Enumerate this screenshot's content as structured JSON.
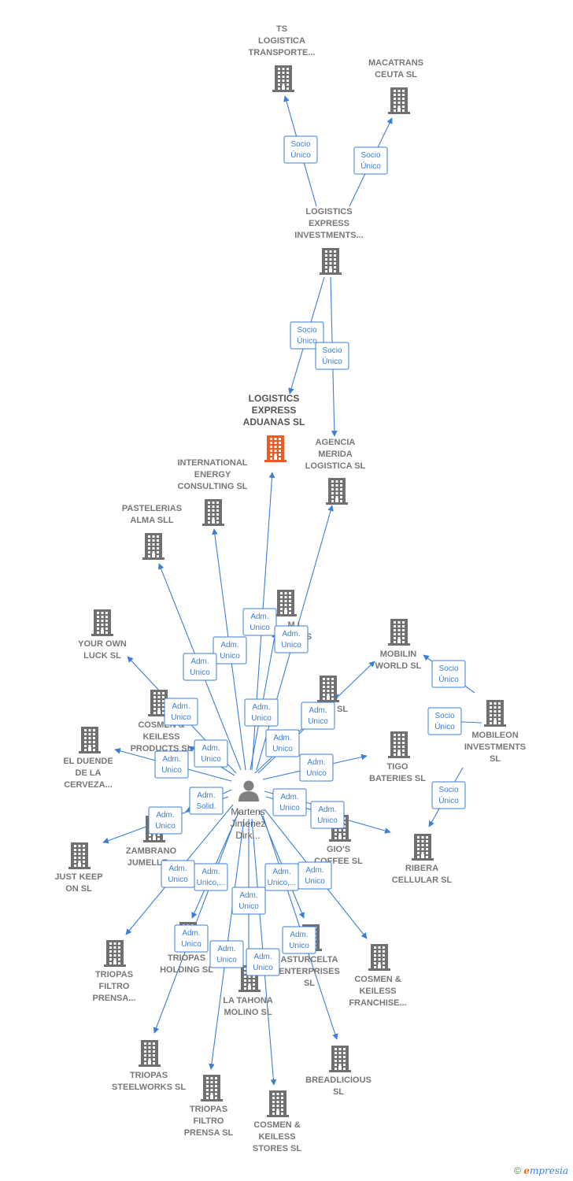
{
  "colors": {
    "edge": "#3a7fd5",
    "building": "#707070",
    "focus": "#f05a22",
    "person": "#808080"
  },
  "focus": {
    "lines": [
      "LOGISTICS",
      "EXPRESS",
      "ADUANAS  SL"
    ]
  },
  "person": {
    "lines": [
      "Martens",
      "Jimenez",
      "Dirk..."
    ]
  },
  "companies": [
    {
      "id": "ts",
      "lines": [
        "TS",
        "LOGISTICA",
        "TRANSPORTE..."
      ]
    },
    {
      "id": "macatrans",
      "lines": [
        "MACATRANS",
        "CEUTA  SL"
      ]
    },
    {
      "id": "lei",
      "lines": [
        "LOGISTICS",
        "EXPRESS",
        "INVESTMENTS..."
      ]
    },
    {
      "id": "agencia",
      "lines": [
        "AGENCIA",
        "MERIDA",
        "LOGISTICA SL"
      ]
    },
    {
      "id": "iec",
      "lines": [
        "INTERNATIONAL",
        "ENERGY",
        "CONSULTING SL"
      ]
    },
    {
      "id": "pasteler",
      "lines": [
        "PASTELERIAS",
        "ALMA SLL"
      ]
    },
    {
      "id": "yourown",
      "lines": [
        "YOUR OWN",
        "LUCK  SL"
      ]
    },
    {
      "id": "mlinv",
      "lines": [
        "M L",
        "INVE...S"
      ]
    },
    {
      "id": "mobilin",
      "lines": [
        "MOBILIN",
        "WORLD  SL"
      ]
    },
    {
      "id": "cosmenkp",
      "lines": [
        "COSMEN &",
        "KEILESS",
        "PRODUCTS  SL"
      ]
    },
    {
      "id": "usl",
      "lines": [
        "...U SL"
      ]
    },
    {
      "id": "mobileon",
      "lines": [
        "MOBILEON",
        "INVESTMENTS",
        "SL"
      ]
    },
    {
      "id": "duende",
      "lines": [
        "EL DUENDE",
        "DE LA",
        "CERVEZA..."
      ]
    },
    {
      "id": "tigo",
      "lines": [
        "TIGO",
        "BATERIES  SL"
      ]
    },
    {
      "id": "zambrano",
      "lines": [
        "ZAMBRANO",
        "JUMELLE..."
      ]
    },
    {
      "id": "gios",
      "lines": [
        "GIO'S",
        "COFFEE  SL"
      ]
    },
    {
      "id": "ribera",
      "lines": [
        "RIBERA",
        "CELLULAR  SL"
      ]
    },
    {
      "id": "justkeep",
      "lines": [
        "JUST KEEP",
        "ON  SL"
      ]
    },
    {
      "id": "tfp1",
      "lines": [
        "TRIOPAS",
        "FILTRO",
        "PRENSA..."
      ]
    },
    {
      "id": "tholding",
      "lines": [
        "TRIOPAS",
        "HOLDING SL"
      ]
    },
    {
      "id": "tahona",
      "lines": [
        "LA TAHONA",
        "MOLINO  SL"
      ]
    },
    {
      "id": "asturcelta",
      "lines": [
        "ASTURCELTA",
        "ENTERPRISES",
        "SL"
      ]
    },
    {
      "id": "ckfranch",
      "lines": [
        "COSMEN &",
        "KEILESS",
        "FRANCHISE..."
      ]
    },
    {
      "id": "tsteel",
      "lines": [
        "TRIOPAS",
        "STEELWORKS SL"
      ]
    },
    {
      "id": "tfp2",
      "lines": [
        "TRIOPAS",
        "FILTRO",
        "PRENSA SL"
      ]
    },
    {
      "id": "ckstores",
      "lines": [
        "COSMEN &",
        "KEILESS",
        "STORES  SL"
      ]
    },
    {
      "id": "breadlicious",
      "lines": [
        "BREADLICIOUS",
        "SL"
      ]
    }
  ],
  "relations": [
    {
      "from": "lei",
      "to": "ts",
      "label": [
        "Socio",
        "Único"
      ]
    },
    {
      "from": "lei",
      "to": "macatrans",
      "label": [
        "Socio",
        "Único"
      ]
    },
    {
      "from": "lei",
      "to": "focus",
      "label": [
        "Socio",
        "Único"
      ]
    },
    {
      "from": "lei",
      "to": "agencia",
      "label": [
        "Socio",
        "Único"
      ]
    },
    {
      "from": "mobileon",
      "to": "mobilin",
      "label": [
        "Socio",
        "Único"
      ]
    },
    {
      "from": "mobileon",
      "to": "gios",
      "label": [
        "Socio",
        "Único"
      ]
    },
    {
      "from": "mobileon",
      "to": "ribera",
      "label": [
        "Socio",
        "Único"
      ]
    },
    {
      "from": "person",
      "to": "focus",
      "label": [
        "Adm.",
        "Unico"
      ]
    },
    {
      "from": "person",
      "to": "agencia",
      "label": [
        "Adm.",
        "Unico"
      ]
    },
    {
      "from": "person",
      "to": "iec",
      "label": [
        "Adm.",
        "Unico"
      ]
    },
    {
      "from": "person",
      "to": "pasteler",
      "label": [
        "Adm.",
        "Unico"
      ]
    },
    {
      "from": "person",
      "to": "mlinv",
      "label": [
        "Adm.",
        "Unico"
      ]
    },
    {
      "from": "person",
      "to": "yourown",
      "label": [
        "Adm.",
        "Unico"
      ]
    },
    {
      "from": "person",
      "to": "cosmenkp",
      "label": [
        "Adm.",
        "Unico"
      ]
    },
    {
      "from": "person",
      "to": "usl",
      "label": [
        "Adm.",
        "Unico"
      ]
    },
    {
      "from": "person",
      "to": "mobilin",
      "label": [
        "Adm.",
        "Unico"
      ]
    },
    {
      "from": "person",
      "to": "duende",
      "label": [
        "Adm.",
        "Unico"
      ]
    },
    {
      "from": "person",
      "to": "tigo",
      "label": [
        "Adm.",
        "Unico"
      ]
    },
    {
      "from": "person",
      "to": "zambrano",
      "label": [
        "Adm.",
        "Solid."
      ]
    },
    {
      "from": "person",
      "to": "gios",
      "label": [
        "Adm.",
        "Unico"
      ]
    },
    {
      "from": "person",
      "to": "ribera",
      "label": [
        "Adm.",
        "Unico"
      ]
    },
    {
      "from": "person",
      "to": "justkeep",
      "label": [
        "Adm.",
        "Unico"
      ]
    },
    {
      "from": "person",
      "to": "tfp1",
      "label": [
        "Adm.",
        "Unico"
      ]
    },
    {
      "from": "person",
      "to": "tholding",
      "label": [
        "Adm.",
        "Unico,..."
      ]
    },
    {
      "from": "person",
      "to": "asturcelta",
      "label": [
        "Adm.",
        "Unico,..."
      ]
    },
    {
      "from": "person",
      "to": "ckfranch",
      "label": [
        "Adm.",
        "Unico"
      ]
    },
    {
      "from": "person",
      "to": "tahona",
      "label": [
        "Adm.",
        "Unico"
      ]
    },
    {
      "from": "person",
      "to": "tsteel",
      "label": [
        "Adm.",
        "Unico"
      ]
    },
    {
      "from": "person",
      "to": "breadlicious",
      "label": [
        "Adm.",
        "Unico"
      ]
    },
    {
      "from": "person",
      "to": "tfp2",
      "label": [
        "Adm.",
        "Unico"
      ]
    },
    {
      "from": "person",
      "to": "ckstores",
      "label": [
        "Adm.",
        "Unico"
      ]
    }
  ],
  "footer": {
    "copyright": "©",
    "brand_first": "e",
    "brand_rest": "mpresia"
  }
}
